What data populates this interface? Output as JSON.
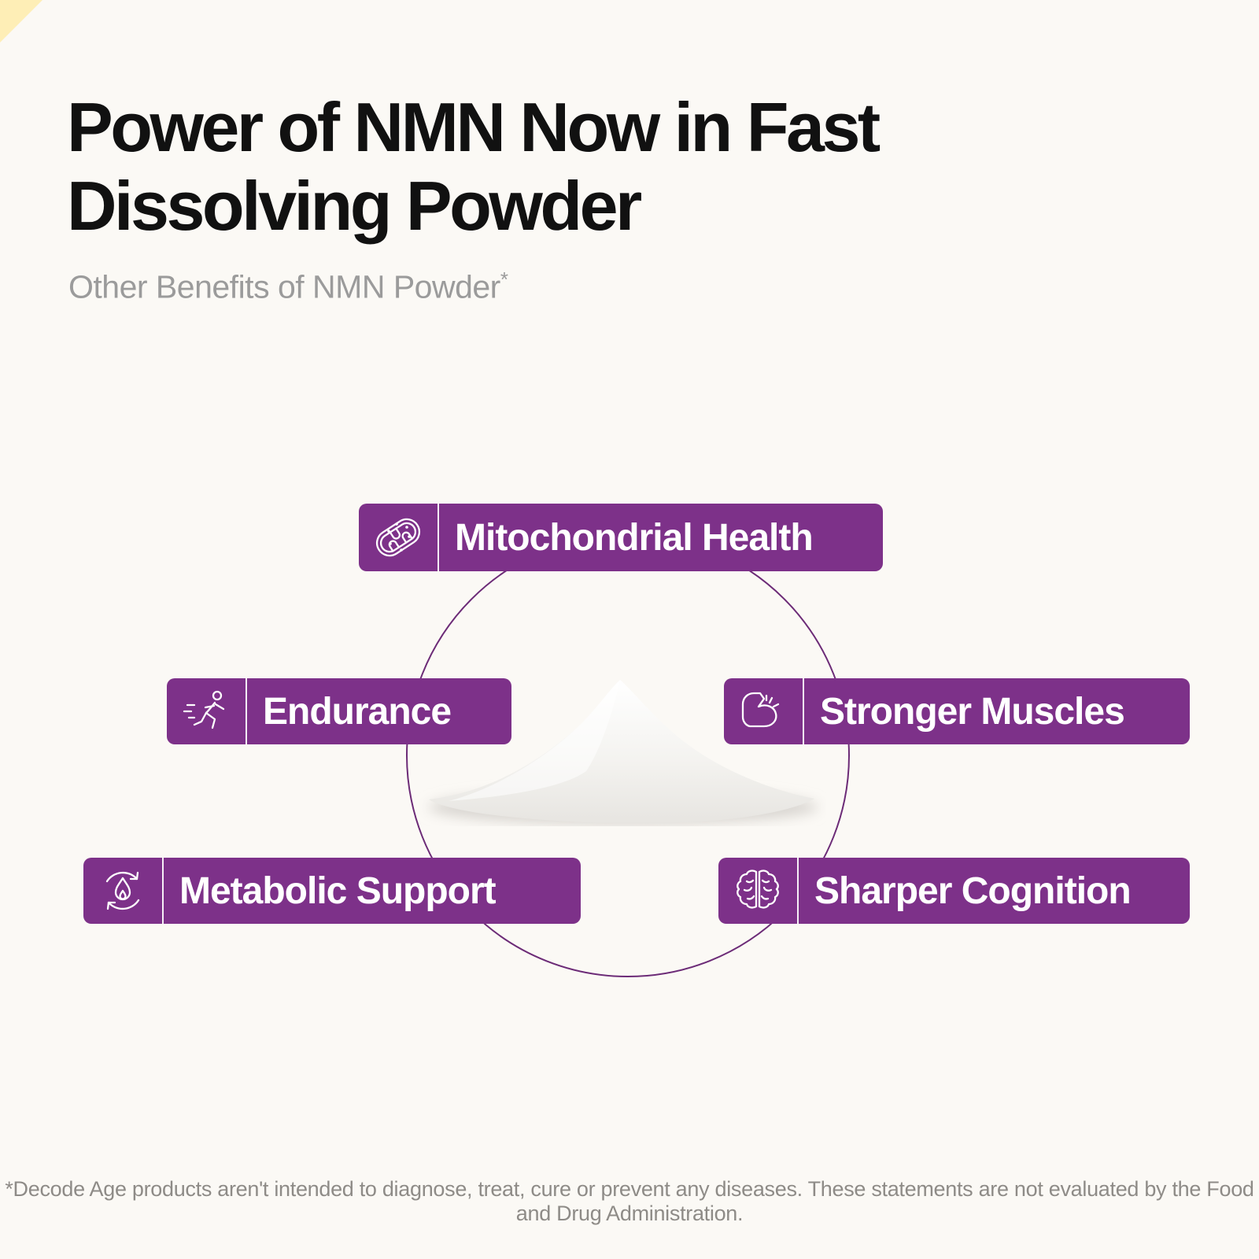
{
  "header": {
    "title_line1": "Power of NMN Now in Fast",
    "title_line2": "Dissolving Powder",
    "subtitle": "Other Benefits of NMN Powder",
    "subtitle_footnote_marker": "*"
  },
  "diagram": {
    "center_image": "pile-of-white-nmn-powder",
    "benefits": [
      {
        "label": "Mitochondrial Health",
        "icon": "mitochondria-icon"
      },
      {
        "label": "Endurance",
        "icon": "runner-icon"
      },
      {
        "label": "Stronger Muscles",
        "icon": "bicep-icon"
      },
      {
        "label": "Metabolic Support",
        "icon": "metabolic-cycle-icon"
      },
      {
        "label": "Sharper Cognition",
        "icon": "brain-icon"
      }
    ]
  },
  "footer": {
    "disclaimer": "*Decode Age products aren't intended to diagnose, treat, cure or prevent any diseases. These statements are not evaluated by the Food and Drug Administration."
  },
  "colors": {
    "background": "#FBF9F5",
    "banner_purple": "#7D3189",
    "circle_stroke": "#6C2B77",
    "title_text": "#111111",
    "subtitle_text": "#9B9B9B",
    "banner_text": "#FFFFFF",
    "disclaimer_text": "#8E8B87",
    "corner_accent": "#FFE9A0"
  }
}
